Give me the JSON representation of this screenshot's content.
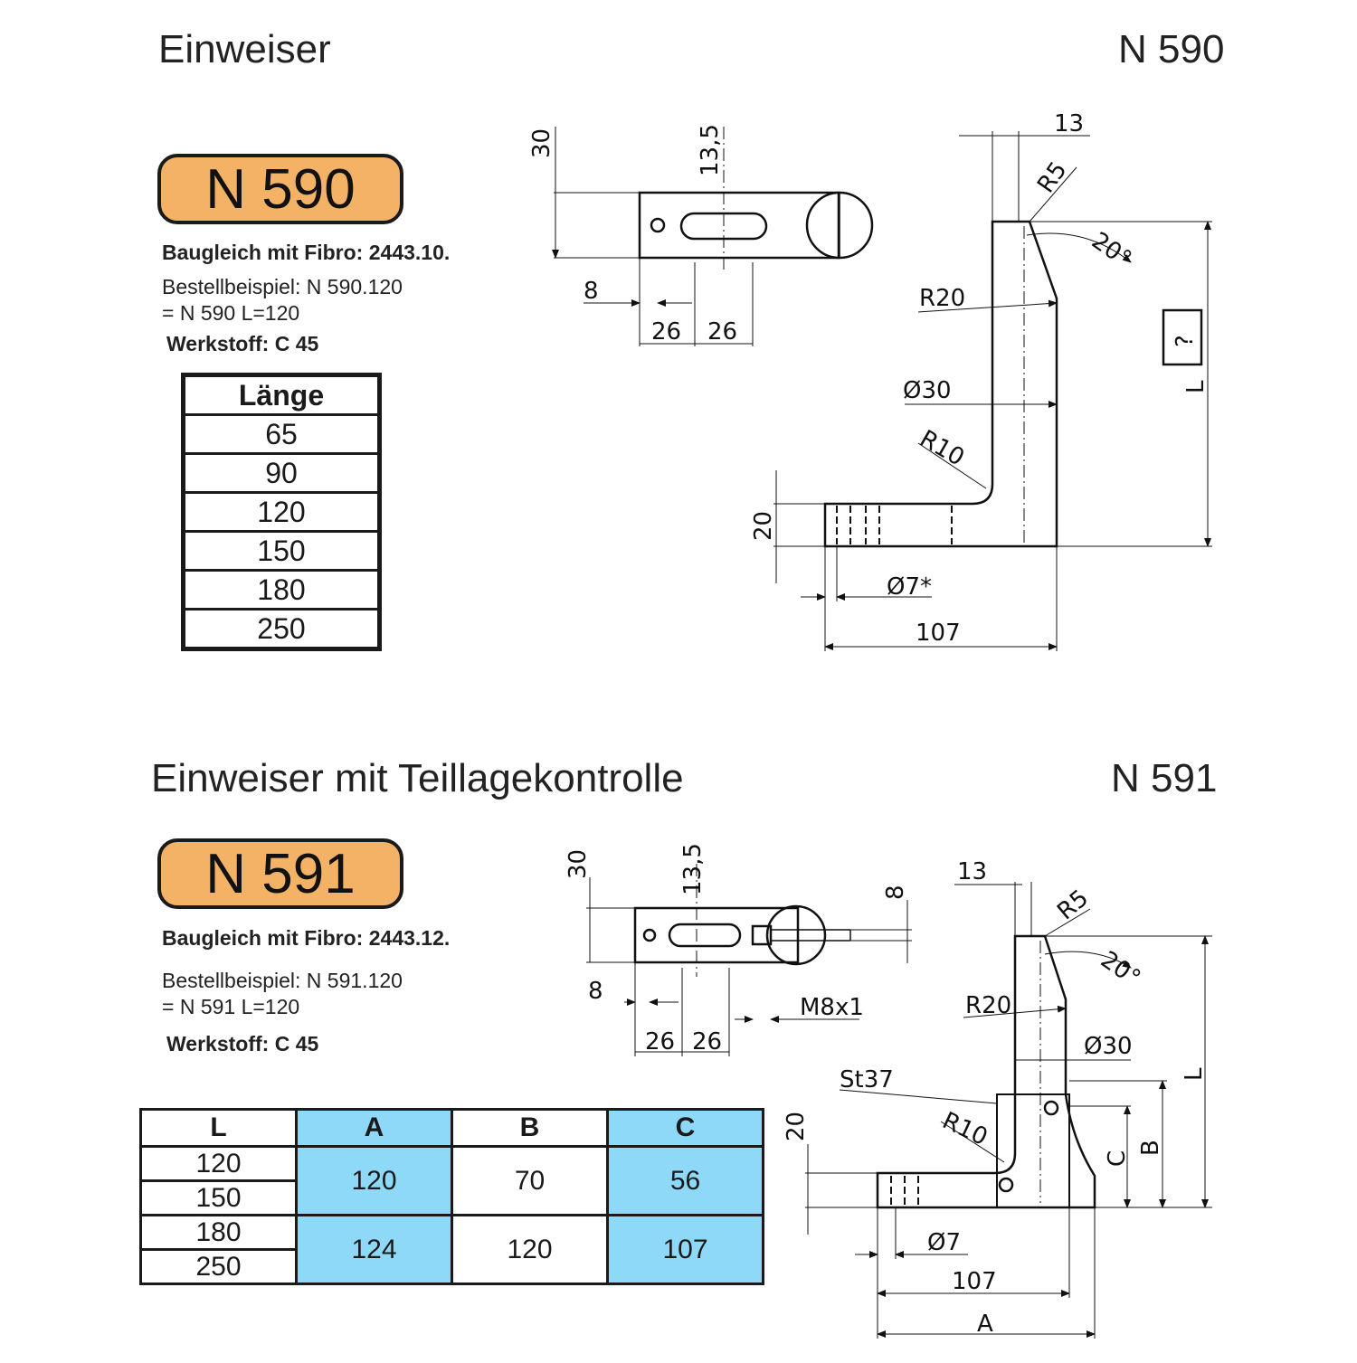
{
  "section1": {
    "title": "Einweiser",
    "code": "N 590",
    "badge": "N 590",
    "baugleich_label": "Baugleich mit Fibro:",
    "baugleich_value": "2443.10.",
    "bestell_line1": "Bestellbeispiel: N 590.120",
    "bestell_line2": "= N 590 L=120",
    "werkstoff": "Werkstoff: C 45",
    "table": {
      "header": "Länge",
      "rows": [
        "65",
        "90",
        "120",
        "150",
        "180",
        "250"
      ]
    },
    "dims": {
      "d30": "30",
      "d13_5": "13,5",
      "d8": "8",
      "d26a": "26",
      "d26b": "26",
      "d13": "13",
      "r5": "R5",
      "a20": "20°",
      "r20": "R20",
      "o30": "Ø30",
      "r10": "R10",
      "d20": "20",
      "o7": "Ø7*",
      "d107": "107",
      "L": "L",
      "q": "?"
    }
  },
  "section2": {
    "title": "Einweiser mit Teillagekontrolle",
    "code": "N 591",
    "badge": "N 591",
    "baugleich_label": "Baugleich mit Fibro:",
    "baugleich_value": "2443.12.",
    "bestell_line1": "Bestellbeispiel: N 591.120",
    "bestell_line2": "= N 591 L=120",
    "werkstoff": "Werkstoff: C 45",
    "table": {
      "headers": [
        "L",
        "A",
        "B",
        "C"
      ],
      "L_values": [
        "120",
        "150",
        "180",
        "250"
      ],
      "groups": [
        {
          "A": "120",
          "B": "70",
          "C": "56"
        },
        {
          "A": "124",
          "B": "120",
          "C": "107"
        }
      ]
    },
    "dims": {
      "d30": "30",
      "d13_5": "13,5",
      "d8top": "8",
      "d8": "8",
      "m8": "M8x1",
      "d26a": "26",
      "d26b": "26",
      "d13": "13",
      "r5": "R5",
      "a20": "20°",
      "r20": "R20",
      "o30": "Ø30",
      "st37": "St37",
      "r10": "R10",
      "d20": "20",
      "C": "C",
      "B": "B",
      "L": "L",
      "o7": "Ø7",
      "d107": "107",
      "A": "A"
    }
  },
  "colors": {
    "badge": "#f3b266",
    "table_highlight": "#8ed8f8"
  }
}
